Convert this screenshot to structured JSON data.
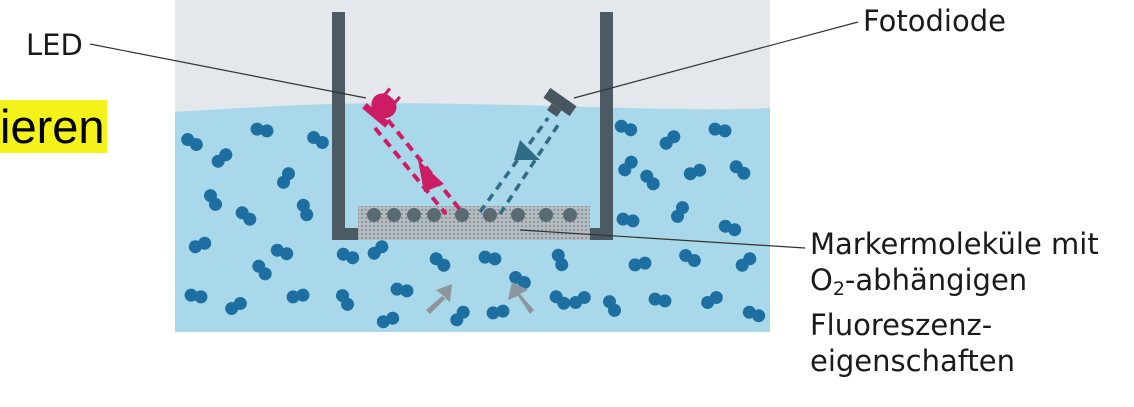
{
  "heading_fragment": "ieren",
  "labels": {
    "led": "LED",
    "photodiode": "Fotodiode",
    "marker_line1": "Markermoleküle mit",
    "marker_o": "O",
    "marker_sub": "2",
    "marker_line2_rest": "-abhängigen",
    "marker_line3": "Fluoreszenz-",
    "marker_line4": "eigenschaften"
  },
  "colors": {
    "water": "#a9d8ea",
    "air": "#e4e8ec",
    "wall": "#4c5a63",
    "molecule": "#1c6fa0",
    "led": "#cc1c63",
    "photodiode_beam": "#2f6c86",
    "highlight": "#f5f21a"
  }
}
